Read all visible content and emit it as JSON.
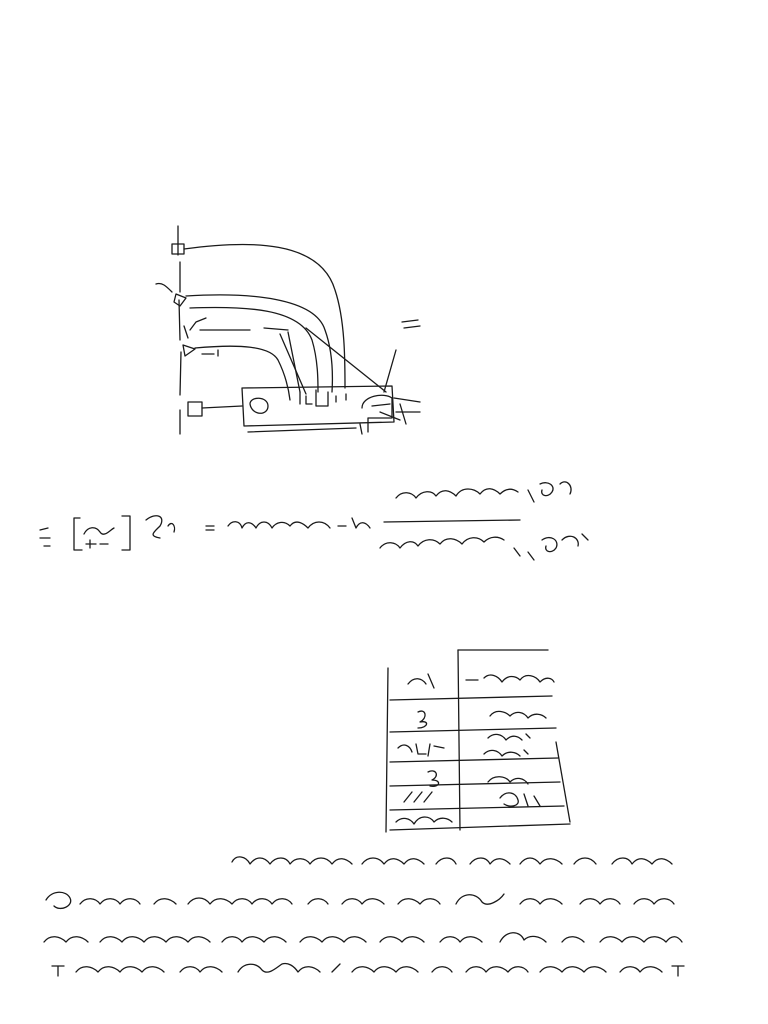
{
  "page": {
    "background": "#ffffff",
    "ink_color": "#1a1a1a"
  },
  "content": {
    "description": "",
    "sketch": {
      "kind": "handwritten wiring sketch"
    },
    "formula": {
      "kind": "handwritten fraction expression"
    },
    "table": {
      "rows": 6
    },
    "paragraph": {
      "lines": 4
    }
  }
}
